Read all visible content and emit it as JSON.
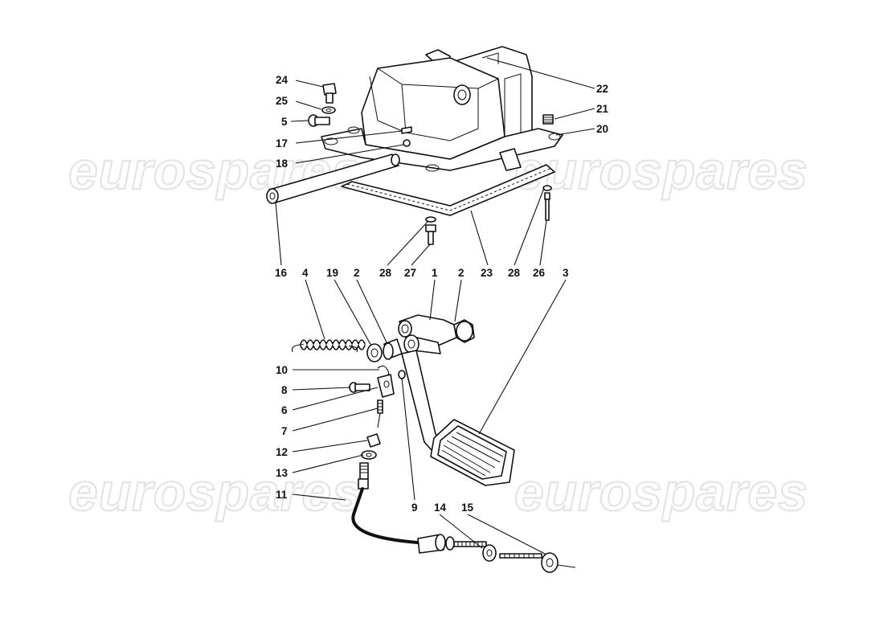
{
  "watermark": {
    "text": "eurospares",
    "color": "#e4e4e4"
  },
  "callouts": [
    {
      "id": "24",
      "text": "24"
    },
    {
      "id": "25",
      "text": "25"
    },
    {
      "id": "5",
      "text": "5"
    },
    {
      "id": "17",
      "text": "17"
    },
    {
      "id": "18",
      "text": "18"
    },
    {
      "id": "22",
      "text": "22"
    },
    {
      "id": "21",
      "text": "21"
    },
    {
      "id": "20",
      "text": "20"
    },
    {
      "id": "16",
      "text": "16"
    },
    {
      "id": "28a",
      "text": "28"
    },
    {
      "id": "27",
      "text": "27"
    },
    {
      "id": "23",
      "text": "23"
    },
    {
      "id": "28b",
      "text": "28"
    },
    {
      "id": "26",
      "text": "26"
    },
    {
      "id": "4",
      "text": "4"
    },
    {
      "id": "19",
      "text": "19"
    },
    {
      "id": "2a",
      "text": "2"
    },
    {
      "id": "1",
      "text": "1"
    },
    {
      "id": "2b",
      "text": "2"
    },
    {
      "id": "3",
      "text": "3"
    },
    {
      "id": "10",
      "text": "10"
    },
    {
      "id": "8",
      "text": "8"
    },
    {
      "id": "6",
      "text": "6"
    },
    {
      "id": "7",
      "text": "7"
    },
    {
      "id": "12",
      "text": "12"
    },
    {
      "id": "13",
      "text": "13"
    },
    {
      "id": "11",
      "text": "11"
    },
    {
      "id": "9",
      "text": "9"
    },
    {
      "id": "14",
      "text": "14"
    },
    {
      "id": "15",
      "text": "15"
    }
  ]
}
